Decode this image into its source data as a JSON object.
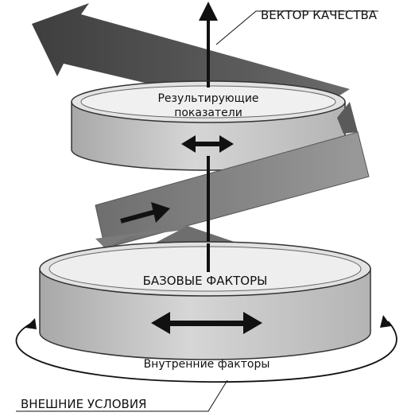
{
  "labels": {
    "quality_vector": "ВЕКТОР КАЧЕСТВА",
    "result_line1": "Результирующие",
    "result_line2": "показатели",
    "base_factors": "БАЗОВЫЕ ФАКТОРЫ",
    "internal_factors": "Внутренние факторы",
    "external_conditions": "ВНЕШНИЕ УСЛОВИЯ"
  },
  "colors": {
    "band_dark": "#5a5a5a",
    "band_mid": "#8a8a8a",
    "disk_face": "#c4c4c4",
    "disk_top": "#e2e2e2",
    "ink": "#111111"
  }
}
